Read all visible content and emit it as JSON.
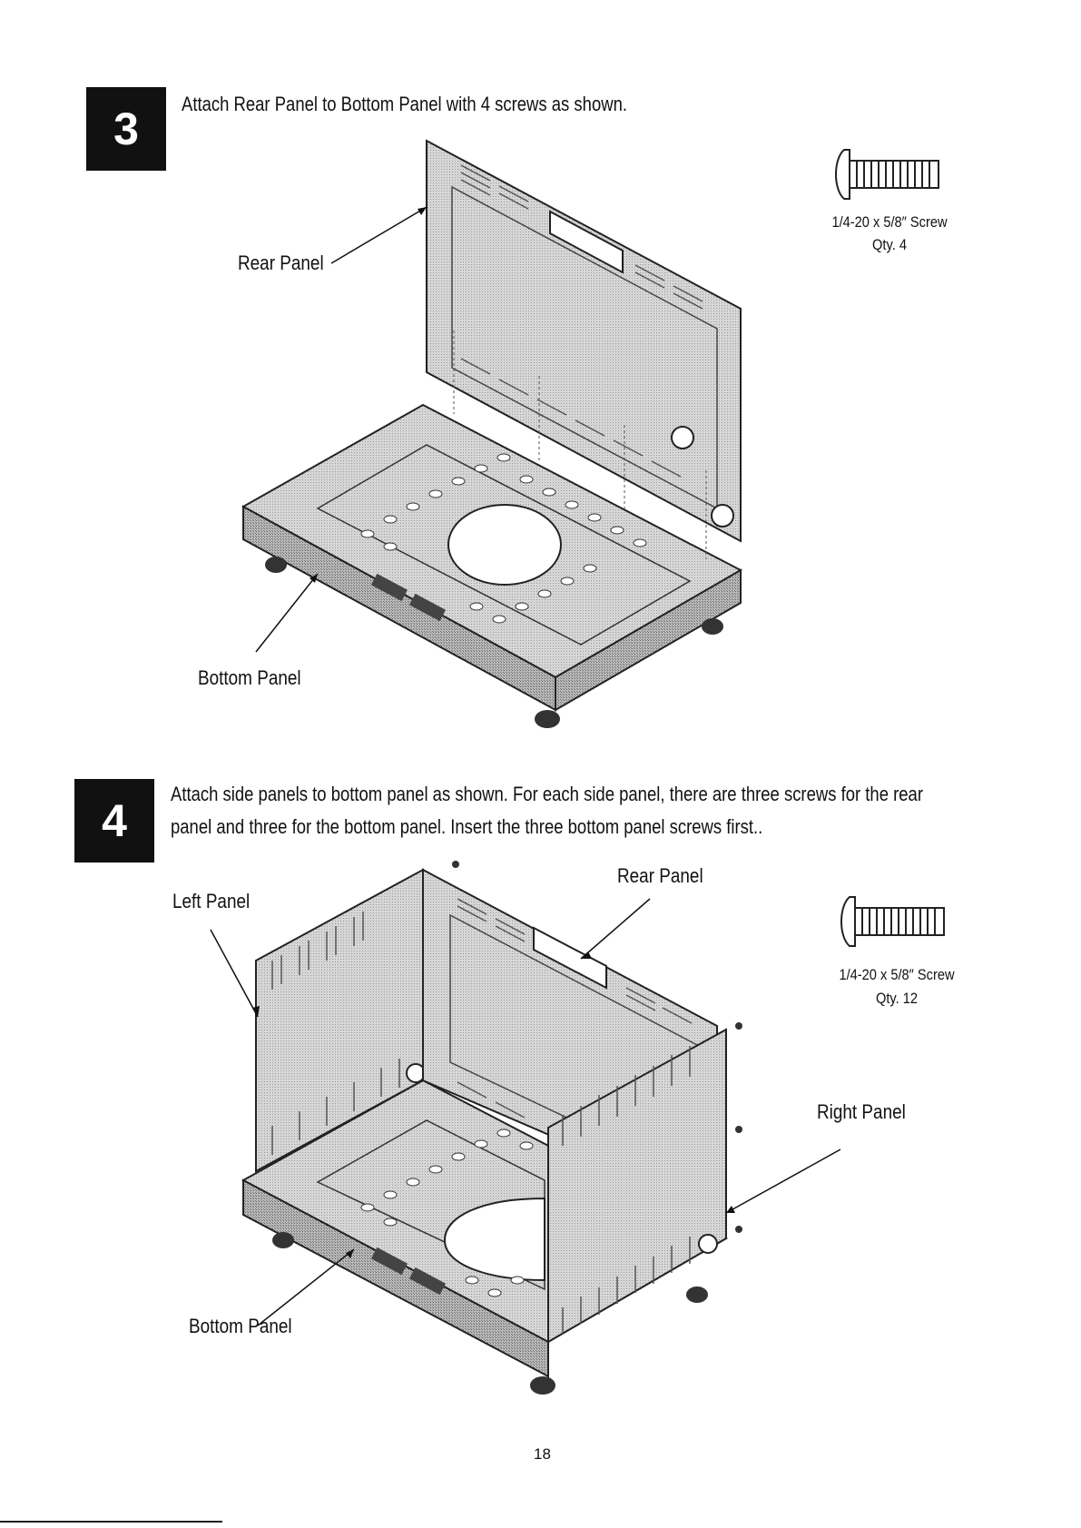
{
  "step3": {
    "number": "3",
    "instruction": "Attach Rear Panel to Bottom Panel with 4 screws as shown.",
    "label_rear_panel": "Rear Panel",
    "label_bottom_panel": "Bottom Panel",
    "screw_spec": "1/4-20 x 5/8″ Screw",
    "screw_qty": "Qty. 4"
  },
  "step4": {
    "number": "4",
    "instruction_line1": "Attach side panels to bottom panel as shown. For each side panel, there are three screws for the rear",
    "instruction_line2": "panel and three for the bottom panel. Insert the three bottom panel screws first..",
    "label_left_panel": "Left Panel",
    "label_rear_panel": "Rear Panel",
    "label_right_panel": "Right Panel",
    "label_bottom_panel": "Bottom Panel",
    "screw_spec": "1/4-20 x 5/8″ Screw",
    "screw_qty": "Qty. 12"
  },
  "page_number": "18"
}
